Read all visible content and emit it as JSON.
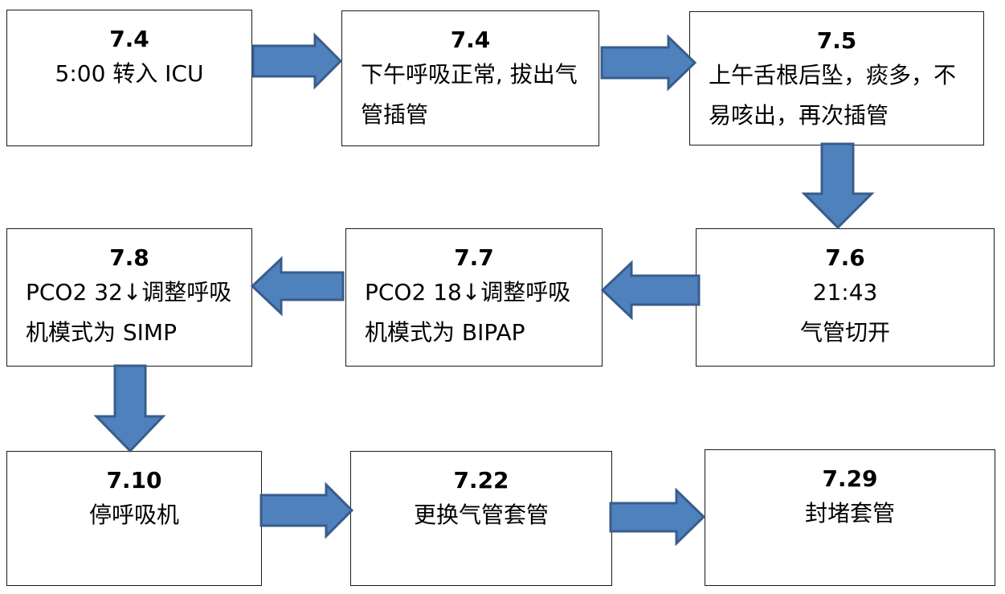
{
  "diagram": {
    "colors": {
      "arrow_fill": "#4f81bd",
      "arrow_stroke": "#385d8a",
      "box_border": "#1a1a1a"
    },
    "nodes": [
      {
        "id": "n1",
        "date": "7.4",
        "lines": [
          "5:00 转入 ICU"
        ]
      },
      {
        "id": "n2",
        "date": "7.4",
        "lines": [
          "下午呼吸正常, 拔出气",
          "管插管"
        ]
      },
      {
        "id": "n3",
        "date": "7.5",
        "lines": [
          "上午舌根后坠，痰多，不",
          "易咳出，再次插管"
        ]
      },
      {
        "id": "n4",
        "date": "7.6",
        "lines": [
          "21:43",
          "气管切开"
        ]
      },
      {
        "id": "n5",
        "date": "7.7",
        "lines": [
          "PCO2 18↓调整呼吸",
          "机模式为 BIPAP"
        ]
      },
      {
        "id": "n6",
        "date": "7.8",
        "lines": [
          "PCO2 32↓调整呼吸",
          "机模式为 SIMP"
        ]
      },
      {
        "id": "n7",
        "date": "7.10",
        "lines": [
          "停呼吸机"
        ]
      },
      {
        "id": "n8",
        "date": "7.22",
        "lines": [
          "更换气管套管"
        ]
      },
      {
        "id": "n9",
        "date": "7.29",
        "lines": [
          "封堵套管"
        ]
      }
    ],
    "edges": [
      {
        "from": "n1",
        "to": "n2",
        "direction": "right"
      },
      {
        "from": "n2",
        "to": "n3",
        "direction": "right"
      },
      {
        "from": "n3",
        "to": "n4",
        "direction": "down"
      },
      {
        "from": "n4",
        "to": "n5",
        "direction": "left"
      },
      {
        "from": "n5",
        "to": "n6",
        "direction": "left"
      },
      {
        "from": "n6",
        "to": "n7",
        "direction": "down"
      },
      {
        "from": "n7",
        "to": "n8",
        "direction": "right"
      },
      {
        "from": "n8",
        "to": "n9",
        "direction": "right"
      }
    ]
  }
}
